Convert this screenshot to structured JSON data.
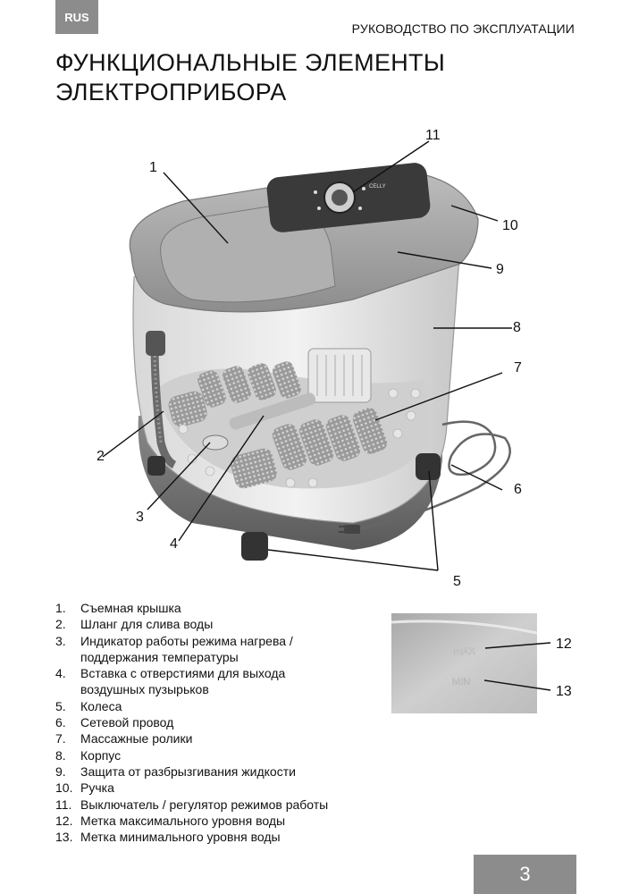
{
  "header": {
    "lang_tab": "RUS",
    "title": "РУКОВОДСТВО ПО ЭКСПЛУАТАЦИИ"
  },
  "page_title": {
    "line1": "ФУНКЦИОНАЛЬНЫЕ ЭЛЕМЕНТЫ",
    "line2": "ЭЛЕКТРОПРИБОРА"
  },
  "figure": {
    "callouts": [
      "1",
      "2",
      "3",
      "4",
      "5",
      "6",
      "7",
      "8",
      "9",
      "10",
      "11"
    ],
    "panel_logo": "CELLY"
  },
  "inset": {
    "max_label": "MAX",
    "min_label": "MIN",
    "callouts": [
      "12",
      "13"
    ]
  },
  "legend": [
    {
      "num": "1.",
      "text": "Съемная крышка"
    },
    {
      "num": "2.",
      "text": "Шланг для слива воды"
    },
    {
      "num": "3.",
      "text": "Индикатор работы режима нагрева / поддержания температуры"
    },
    {
      "num": "4.",
      "text": "Вставка с отверстиями для выхода воздушных пузырьков"
    },
    {
      "num": "5.",
      "text": "Колеса"
    },
    {
      "num": "6.",
      "text": "Сетевой провод"
    },
    {
      "num": "7.",
      "text": "Массажные ролики"
    },
    {
      "num": "8.",
      "text": "Корпус"
    },
    {
      "num": "9.",
      "text": "Защита от разбрызгивания жидкости"
    },
    {
      "num": "10.",
      "text": "Ручка"
    },
    {
      "num": "11.",
      "text": "Выключатель / регулятор режимов работы"
    },
    {
      "num": "12.",
      "text": "Метка максимального уровня воды"
    },
    {
      "num": "13.",
      "text": "Метка минимального уровня воды"
    }
  ],
  "page_number": "3"
}
